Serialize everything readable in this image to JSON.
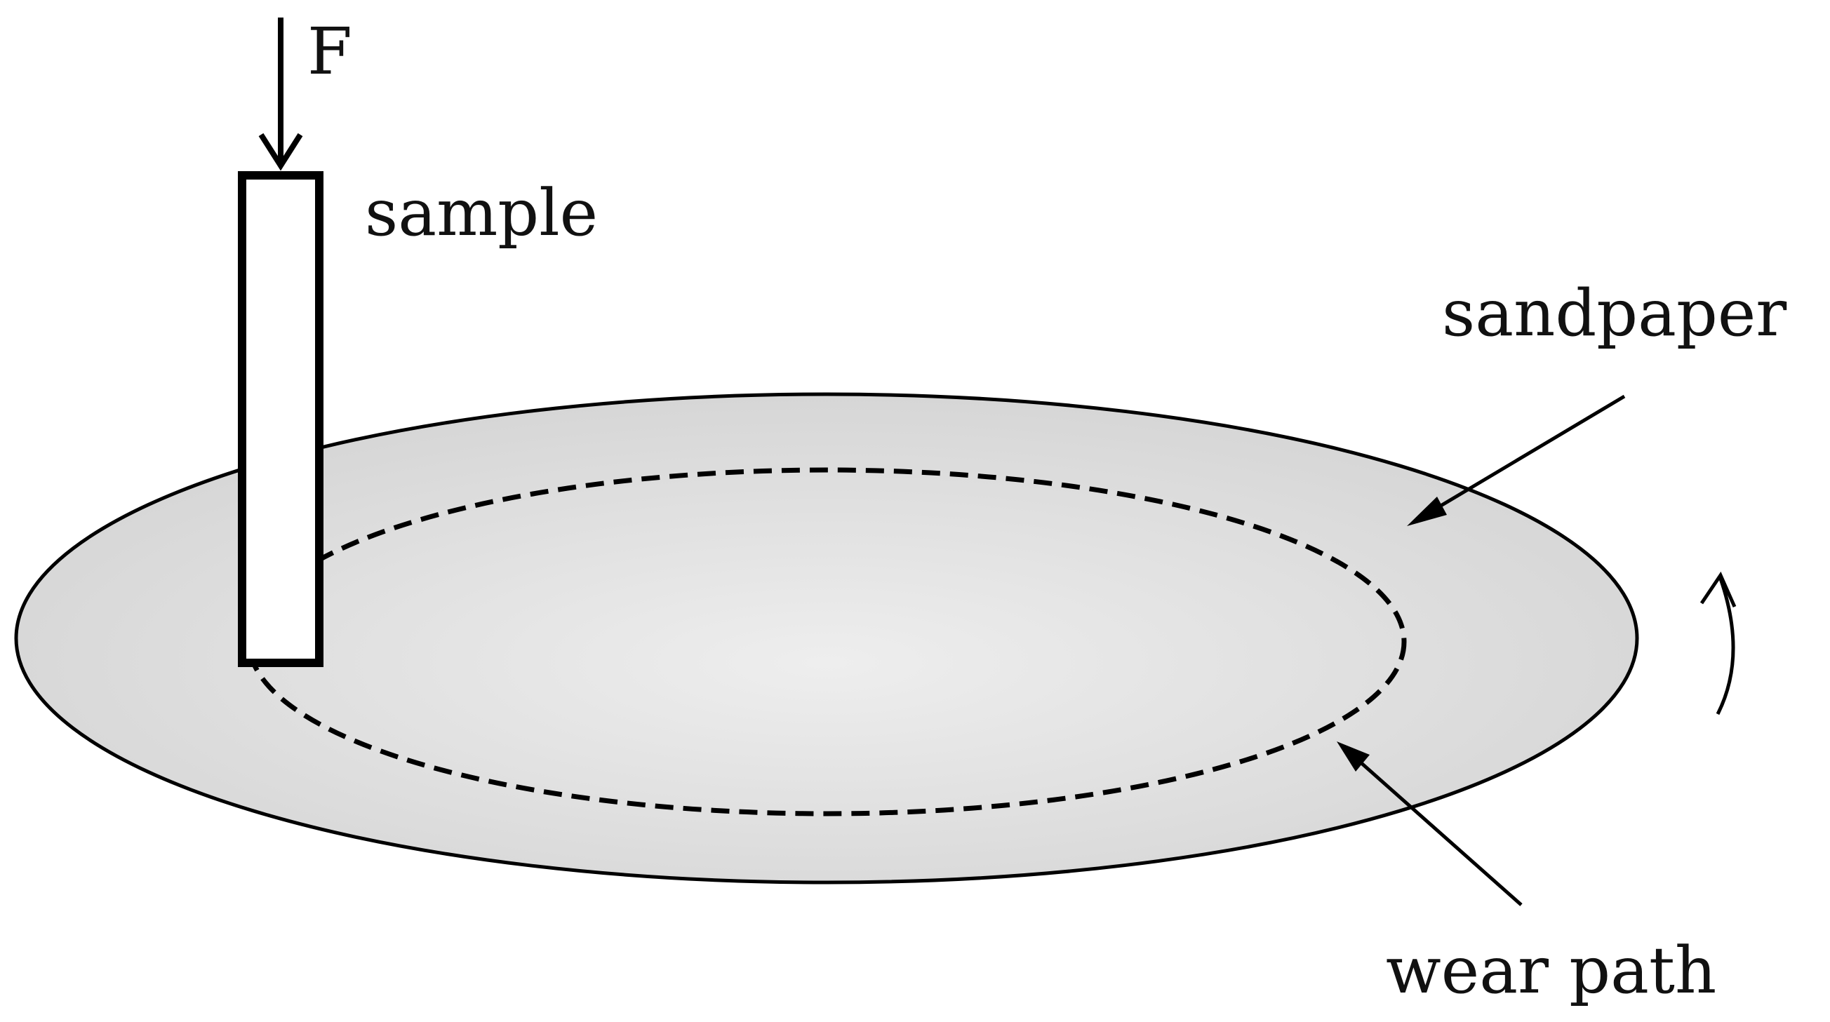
{
  "labels": {
    "force": "F",
    "sample": "sample",
    "sandpaper": "sandpaper",
    "wear_path": "wear path"
  },
  "colors": {
    "stroke": "#000000",
    "disc_fill_light": "#f2f2f2",
    "disc_fill_dark": "#d9d9d9",
    "sample_fill": "#ffffff"
  },
  "icons": {
    "rotation": "curved-arrow-up-icon"
  }
}
